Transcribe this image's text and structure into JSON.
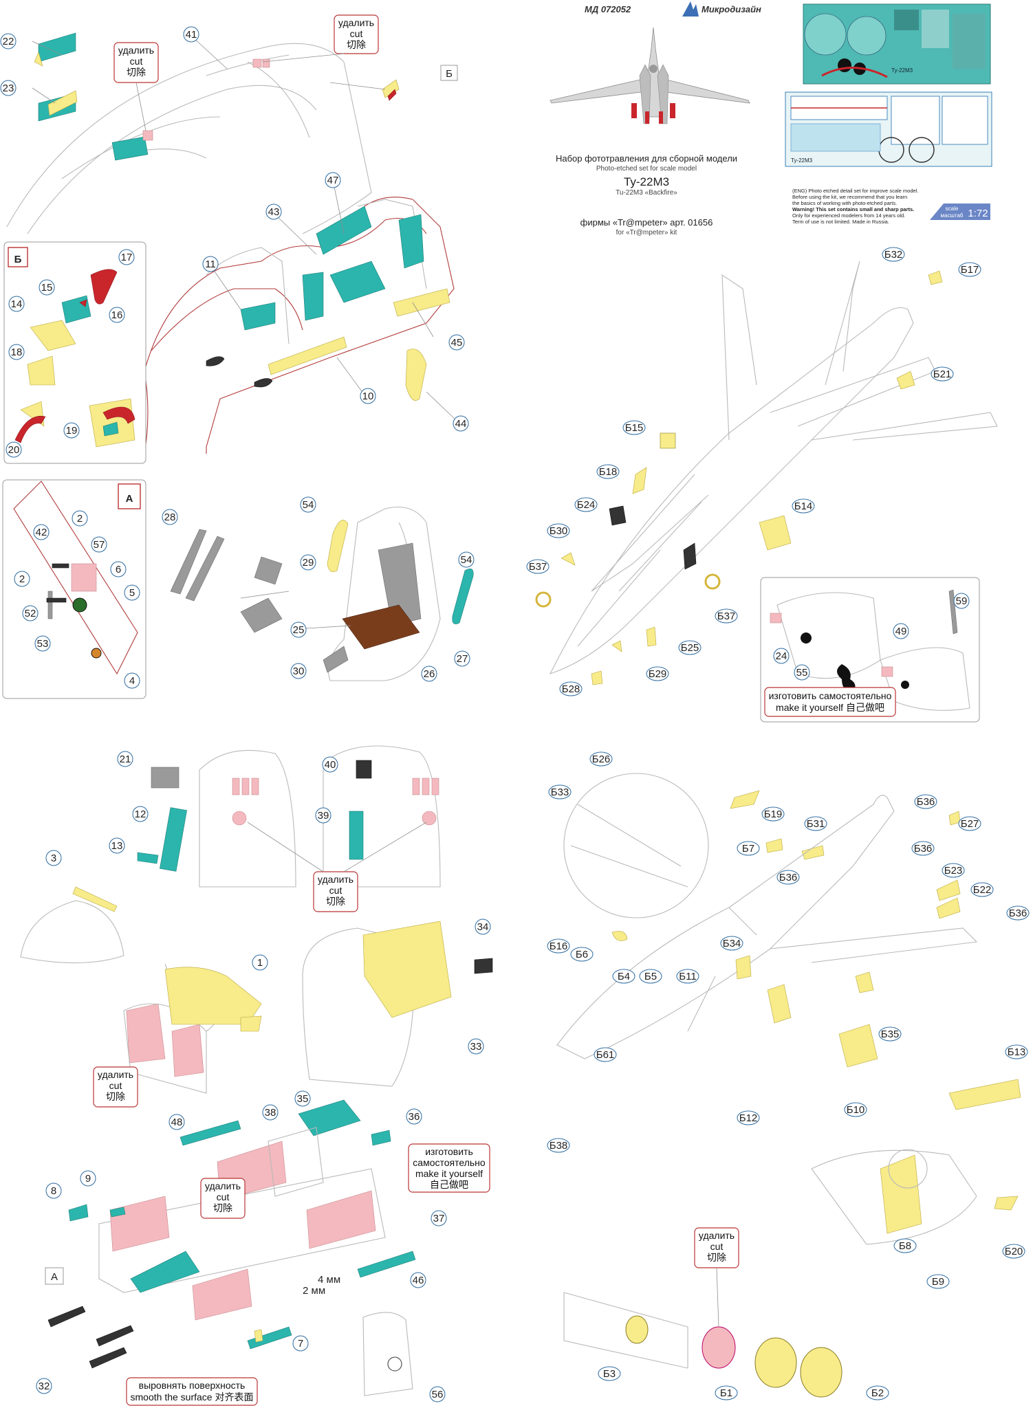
{
  "header": {
    "code": "МД 072052",
    "brand": "Микродизайн",
    "title_ru": "Набор фототравления для сборной модели",
    "title_en": "Photo-etched set for scale model",
    "model": "Ту-22М3",
    "model_en": "Tu-22M3 «Backfire»",
    "kit_ru": "фирмы «Tr@mpeter» арт. 01656",
    "kit_en": "for «Tr@mpeter» kit",
    "warning_lines": [
      "(ENG) Photo etched detail set for improve scale model.",
      "Before using the kit, we recommend that you learn",
      "the basics of working with photo-etched parts.",
      "Warning! This set contains small and sharp parts.",
      "Only for experienced modelers from 14 years old.",
      "Term of use is not limited. Made in Russia."
    ],
    "scale_label_en": "scale",
    "scale_label_ru": "масштаб",
    "scale_value": "1:72",
    "fret1_tag": "Ту-22М3",
    "fret2_tag": "Ту-22М3"
  },
  "callouts": {
    "cut1": [
      "удалить",
      "cut",
      "切除"
    ],
    "cut2": [
      "удалить",
      "cut",
      "切除"
    ],
    "cut3": [
      "удалить",
      "cut",
      "切除"
    ],
    "cut4": [
      "удалить",
      "cut",
      "切除"
    ],
    "cut5": [
      "удалить",
      "cut",
      "切除"
    ],
    "cut6": [
      "удалить",
      "cut",
      "切除"
    ],
    "make1": [
      "изготовить самостоятельно",
      "make it yourself  自己做吧"
    ],
    "make2": [
      "изготовить",
      "самостоятельно",
      "make it yourself",
      "自己做吧"
    ],
    "smooth": [
      "выровнять поверхность",
      "smooth the surface 对齐表面"
    ]
  },
  "insets": {
    "b_marker": "Б",
    "a_marker": "А"
  },
  "dims": {
    "d4": "4 мм",
    "d2": "2 мм"
  },
  "parts": {
    "p22": "22",
    "p23": "23",
    "p41": "41",
    "pB": "Б",
    "p47": "47",
    "p43": "43",
    "p11": "11",
    "p45": "45",
    "p10": "10",
    "p44": "44",
    "p17": "17",
    "p15": "15",
    "p14": "14",
    "p16": "16",
    "p18": "18",
    "p20": "20",
    "p19": "19",
    "p42": "42",
    "p2a": "2",
    "p57": "57",
    "p2b": "2",
    "p6": "6",
    "p5": "5",
    "p52": "52",
    "p53": "53",
    "p4": "4",
    "p28": "28",
    "p54a": "54",
    "p29": "29",
    "p54b": "54",
    "p25": "25",
    "p30": "30",
    "p26": "26",
    "p27": "27",
    "p21": "21",
    "p40": "40",
    "p12": "12",
    "p39": "39",
    "p13": "13",
    "p3": "3",
    "p34": "34",
    "p1": "1",
    "p33": "33",
    "p48": "48",
    "p38": "38",
    "p35": "35",
    "p36": "36",
    "p8": "8",
    "p9": "9",
    "p37": "37",
    "p46": "46",
    "p7": "7",
    "p32": "32",
    "p56": "56",
    "pB32": "Б32",
    "pB17": "Б17",
    "pB21": "Б21",
    "pB15": "Б15",
    "pB18": "Б18",
    "pB24": "Б24",
    "pB14": "Б14",
    "pB30": "Б30",
    "pB37a": "Б37",
    "pB37b": "Б37",
    "pB25": "Б25",
    "pB29": "Б29",
    "pB28": "Б28",
    "p59": "59",
    "p49": "49",
    "p24": "24",
    "p55": "55",
    "pB26": "Б26",
    "pB33": "Б33",
    "pB19": "Б19",
    "pB7": "Б7",
    "pB36a": "Б36",
    "pB27": "Б27",
    "pB31": "Б31",
    "pB36b": "Б36",
    "pB23": "Б23",
    "pB22": "Б22",
    "pB36c": "Б36",
    "pB36d": "Б36",
    "pB16": "Б16",
    "pB6": "Б6",
    "pB4": "Б4",
    "pB5": "Б5",
    "pB34": "Б34",
    "pB11": "Б11",
    "pB35": "Б35",
    "pB61": "Б61",
    "pB12": "Б12",
    "pB10": "Б10",
    "pB13": "Б13",
    "pB38": "Б38",
    "pB8": "Б8",
    "pB9": "Б9",
    "pB20": "Б20",
    "pB3": "Б3",
    "pB1": "Б1",
    "pB2": "Б2"
  },
  "colors": {
    "teal": "#2bb5ad",
    "yellow": "#f7eb8a",
    "pink": "#f3b9be",
    "red": "#c9262c",
    "callout_border": "#b33333",
    "label_ring": "#2c6aa0",
    "scale_badge": "#6a86c6"
  }
}
